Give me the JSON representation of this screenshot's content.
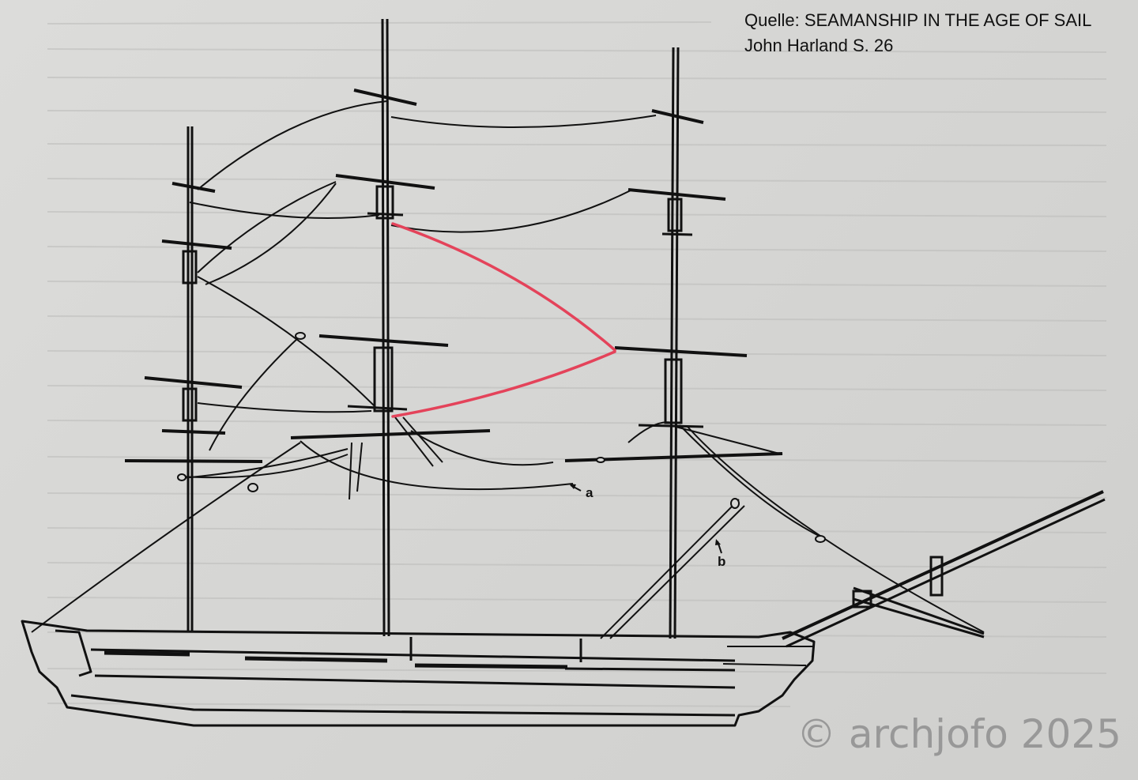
{
  "source": {
    "line1": "Quelle: SEAMANSHIP IN THE AGE OF SAIL",
    "line2": "John Harland S. 26"
  },
  "labels": {
    "a": "a",
    "b": "b"
  },
  "watermark": "© archjofo 2025",
  "colors": {
    "ink": "#111111",
    "highlight": "#e4435a",
    "paper": "#d8d8d6",
    "watermark": "#8f8f8f"
  }
}
